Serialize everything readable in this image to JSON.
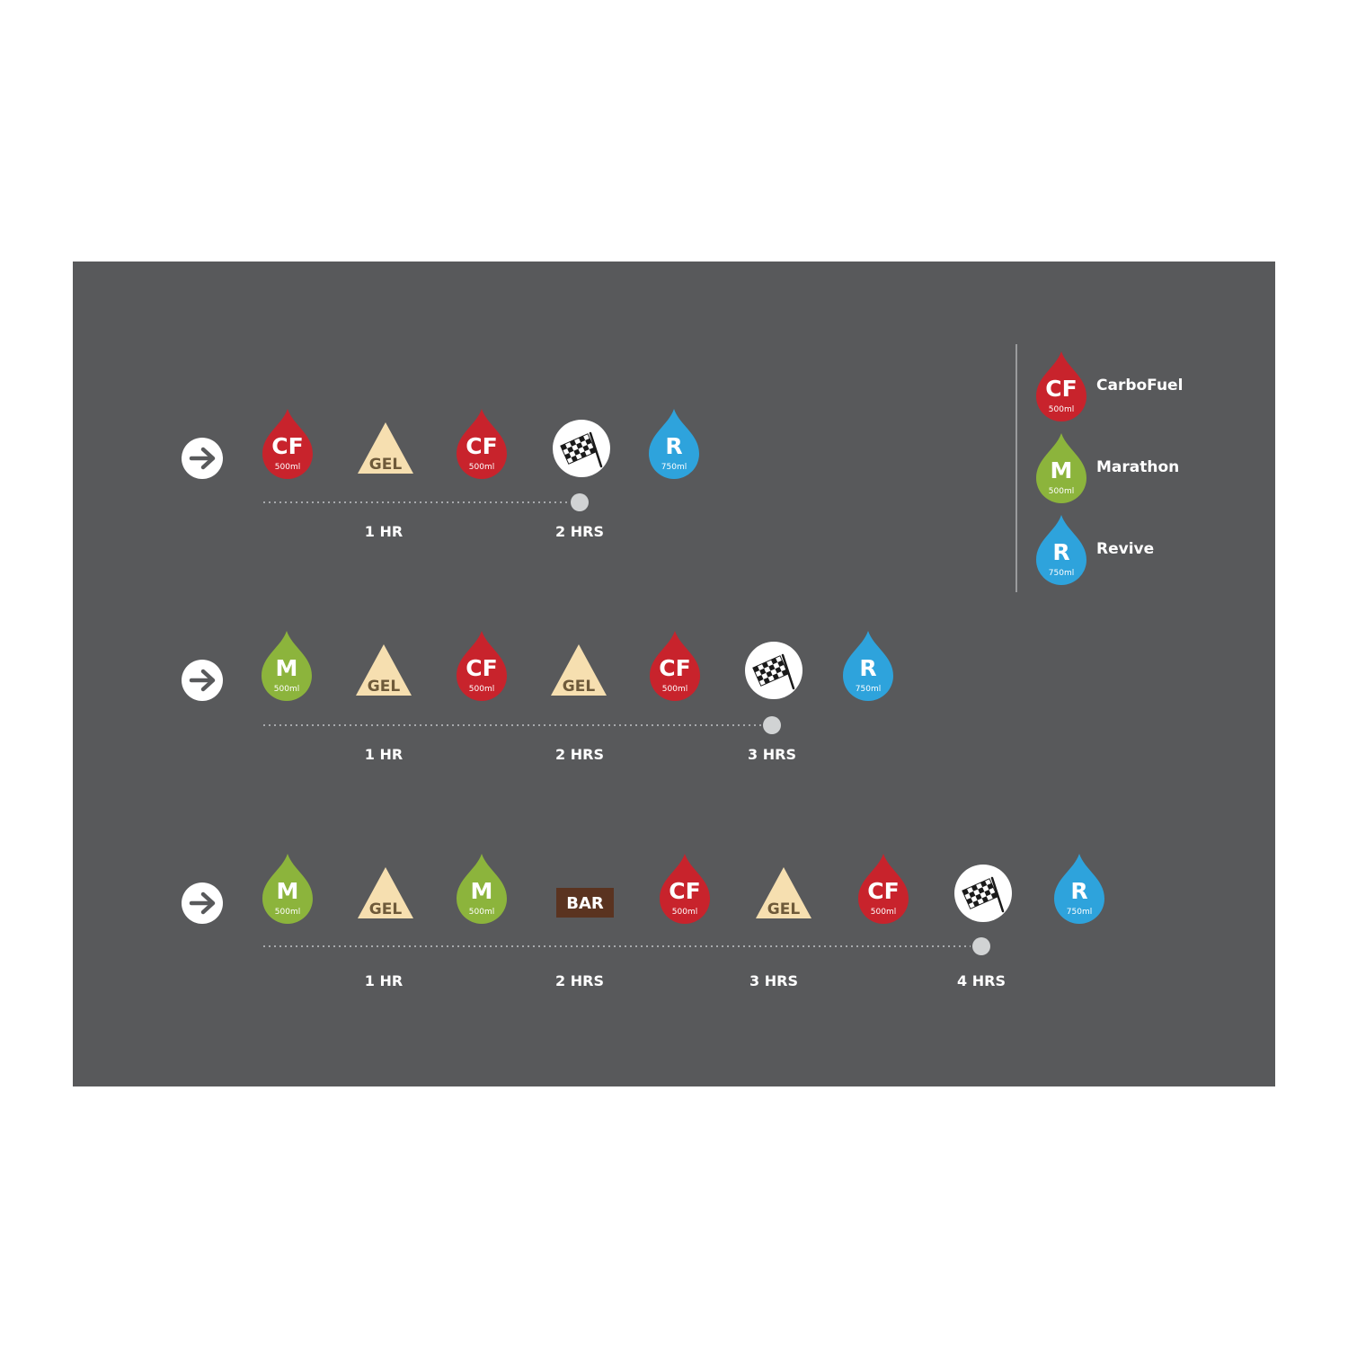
{
  "colors": {
    "background": "#58595b",
    "carbofuel": "#c8232c",
    "marathon": "#8cb43c",
    "revive": "#2ea3dc",
    "gel": "#f6dfb0",
    "gel_text": "#6e5a3a",
    "bar": "#5a3320",
    "timeline": "#a7a9ac",
    "marker": "#d1d3d4"
  },
  "products": {
    "CF": {
      "code": "CF",
      "volume": "500ml",
      "name": "CarboFuel",
      "color_key": "carbofuel"
    },
    "M": {
      "code": "M",
      "volume": "500ml",
      "name": "Marathon",
      "color_key": "marathon"
    },
    "R": {
      "code": "R",
      "volume": "750ml",
      "name": "Revive",
      "color_key": "revive"
    }
  },
  "gel_label": "GEL",
  "bar_label": "BAR",
  "legend": [
    {
      "product": "CF",
      "label": "CarboFuel"
    },
    {
      "product": "M",
      "label": "Marathon"
    },
    {
      "product": "R",
      "label": "Revive"
    }
  ],
  "plans": [
    {
      "sequence": [
        "CF",
        "GEL",
        "CF",
        "FINISH",
        "R"
      ],
      "time_labels": [
        "1 HR",
        "2 HRS"
      ]
    },
    {
      "sequence": [
        "M",
        "GEL",
        "CF",
        "GEL",
        "CF",
        "FINISH",
        "R"
      ],
      "time_labels": [
        "1 HR",
        "2 HRS",
        "3 HRS"
      ]
    },
    {
      "sequence": [
        "M",
        "GEL",
        "M",
        "BAR",
        "CF",
        "GEL",
        "CF",
        "FINISH",
        "R"
      ],
      "time_labels": [
        "1 HR",
        "2 HRS",
        "3 HRS",
        "4 HRS"
      ]
    }
  ]
}
